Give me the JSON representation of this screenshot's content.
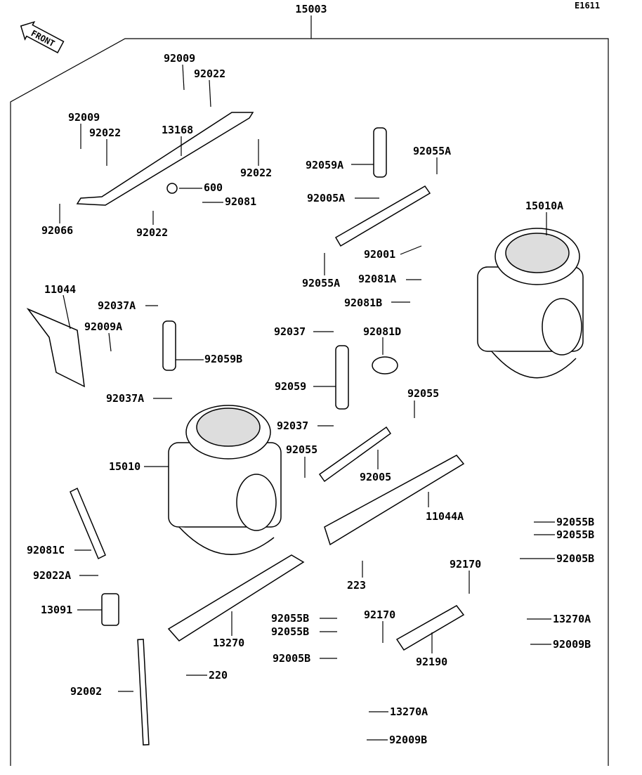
{
  "diagram": {
    "code": "E1611",
    "assembly": "15003",
    "front_marker": "FRONT",
    "labels": [
      "92009",
      "92022",
      "92009",
      "92022",
      "13168",
      "92022",
      "600",
      "92081",
      "92066",
      "92022",
      "92059A",
      "92055A",
      "92005A",
      "15010A",
      "92001",
      "92055A",
      "92081A",
      "92081B",
      "11044",
      "92037A",
      "92009A",
      "92037",
      "92081D",
      "92059B",
      "92059",
      "92055",
      "92037A",
      "92037",
      "92055",
      "15010",
      "92005",
      "11044A",
      "92055B",
      "92055B",
      "92081C",
      "92005B",
      "92170",
      "92022A",
      "223",
      "13091",
      "92170",
      "13270A",
      "92055B",
      "92055B",
      "13270",
      "92009B",
      "92005B",
      "92190",
      "220",
      "92002",
      "13270A",
      "92009B"
    ]
  }
}
